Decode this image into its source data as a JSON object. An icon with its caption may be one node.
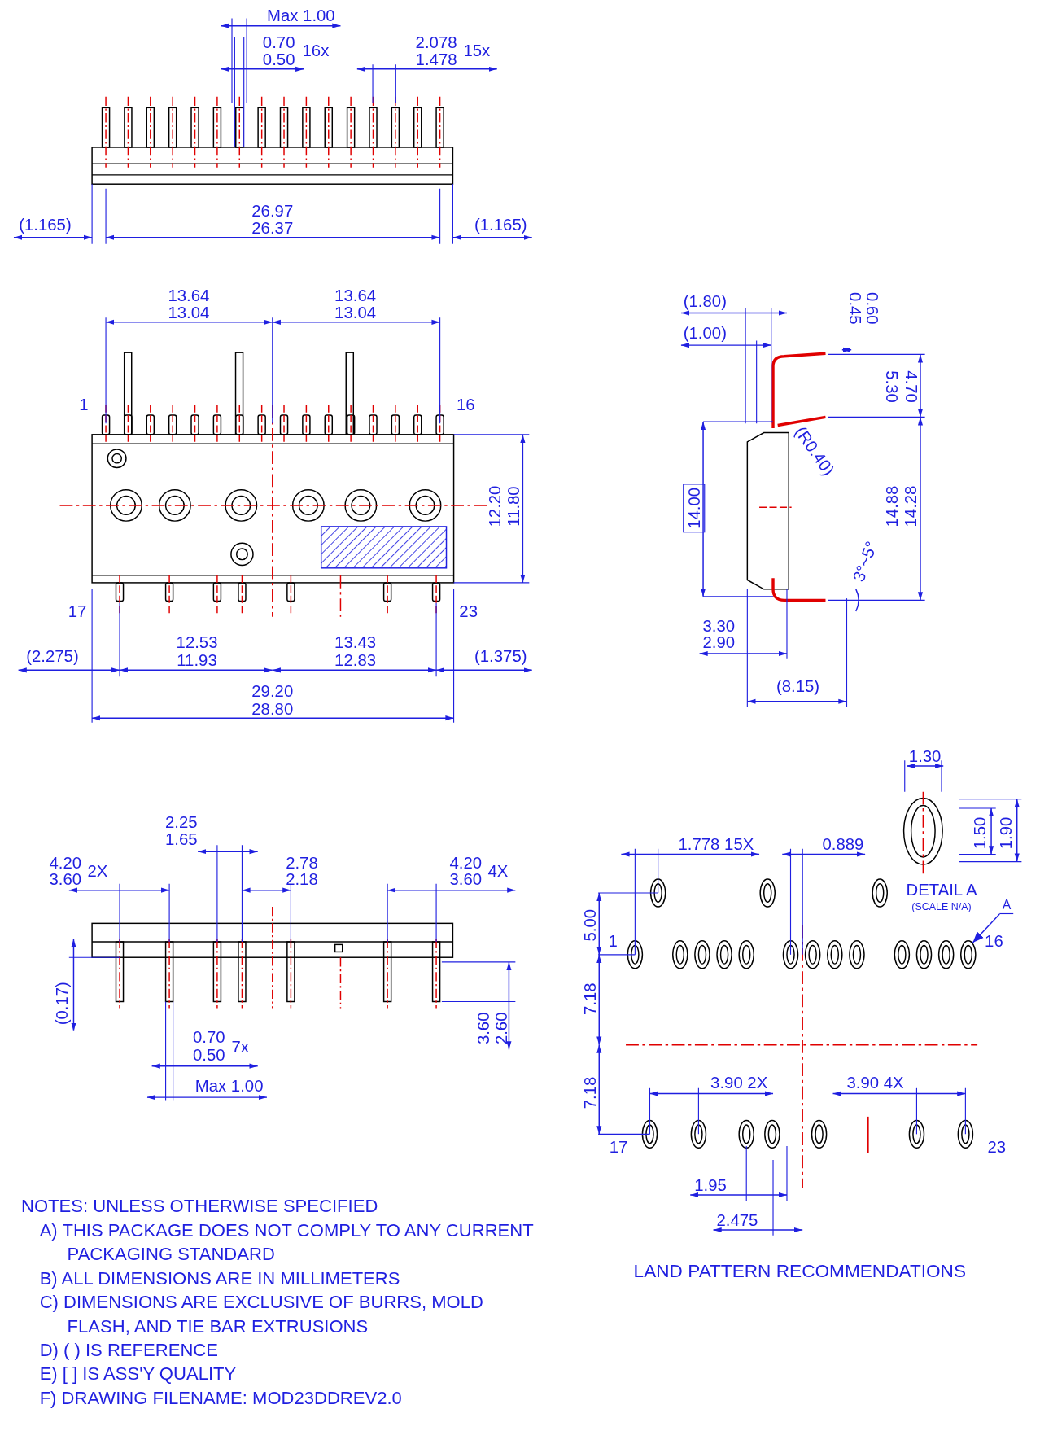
{
  "diagram": {
    "nodes": [
      {
        "text": [
          "A"
        ]
      },
      {
        "text": [],
        "shape": "circle"
      }
    ],
    "edges": [
      {
        "from": 0,
        "to": 1,
        "arrow": "to"
      }
    ],
    "labels": [
      "Max 1.00",
      "0.70",
      "0.50",
      "16x",
      "2.078",
      "1.478",
      "15x",
      "26.97",
      "26.37",
      "(1.165)",
      "(1.165)",
      "13.64",
      "13.04",
      "13.64",
      "13.04",
      "(1.80)",
      "0.45",
      "0.60",
      "(1.00)",
      "1",
      "16",
      "5.30",
      "4.70",
      "(R0.40)",
      "12.20",
      "11.80",
      "14.00",
      "14.88",
      "14.28",
      "3°~5°",
      "17",
      "23",
      "3.30",
      "12.53",
      "13.43",
      "2.90",
      "(2.275)",
      "11.93",
      "12.83",
      "(1.375)",
      "29.20",
      "(8.15)",
      "28.80",
      "1.30",
      "1.50",
      "1.90",
      "2.25",
      "1.65",
      "1.778 15X",
      "0.889",
      "4.20",
      "3.60",
      "2X",
      "2.78",
      "2.18",
      "4.20",
      "3.60",
      "4X",
      "DETAIL A",
      "(SCALE N/A)",
      "5.00",
      "1",
      "16",
      "7.18",
      "(0.17)",
      "3.60",
      "2.60",
      "0.70",
      "0.50",
      "7x",
      "Max 1.00",
      "7.18",
      "3.90 2X",
      "3.90 4X",
      "17",
      "23",
      "1.95",
      "2.475",
      "LAND PATTERN RECOMMENDATIONS",
      "NOTES: UNLESS OTHERWISE SPECIFIED",
      "A) THIS PACKAGE DOES NOT COMPLY TO ANY CURRENT PACKAGING STANDARD",
      "B) ALL DIMENSIONS ARE IN MILLIMETERS",
      "C) DIMENSIONS ARE EXCLUSIVE OF BURRS, MOLD FLASH, AND TIE BAR EXTRUSIONS",
      "D) ( ) IS REFERENCE",
      "E) [ ] IS ASS'Y QUALITY",
      "F) DRAWING FILENAME: MOD23DDREV2.0"
    ]
  }
}
